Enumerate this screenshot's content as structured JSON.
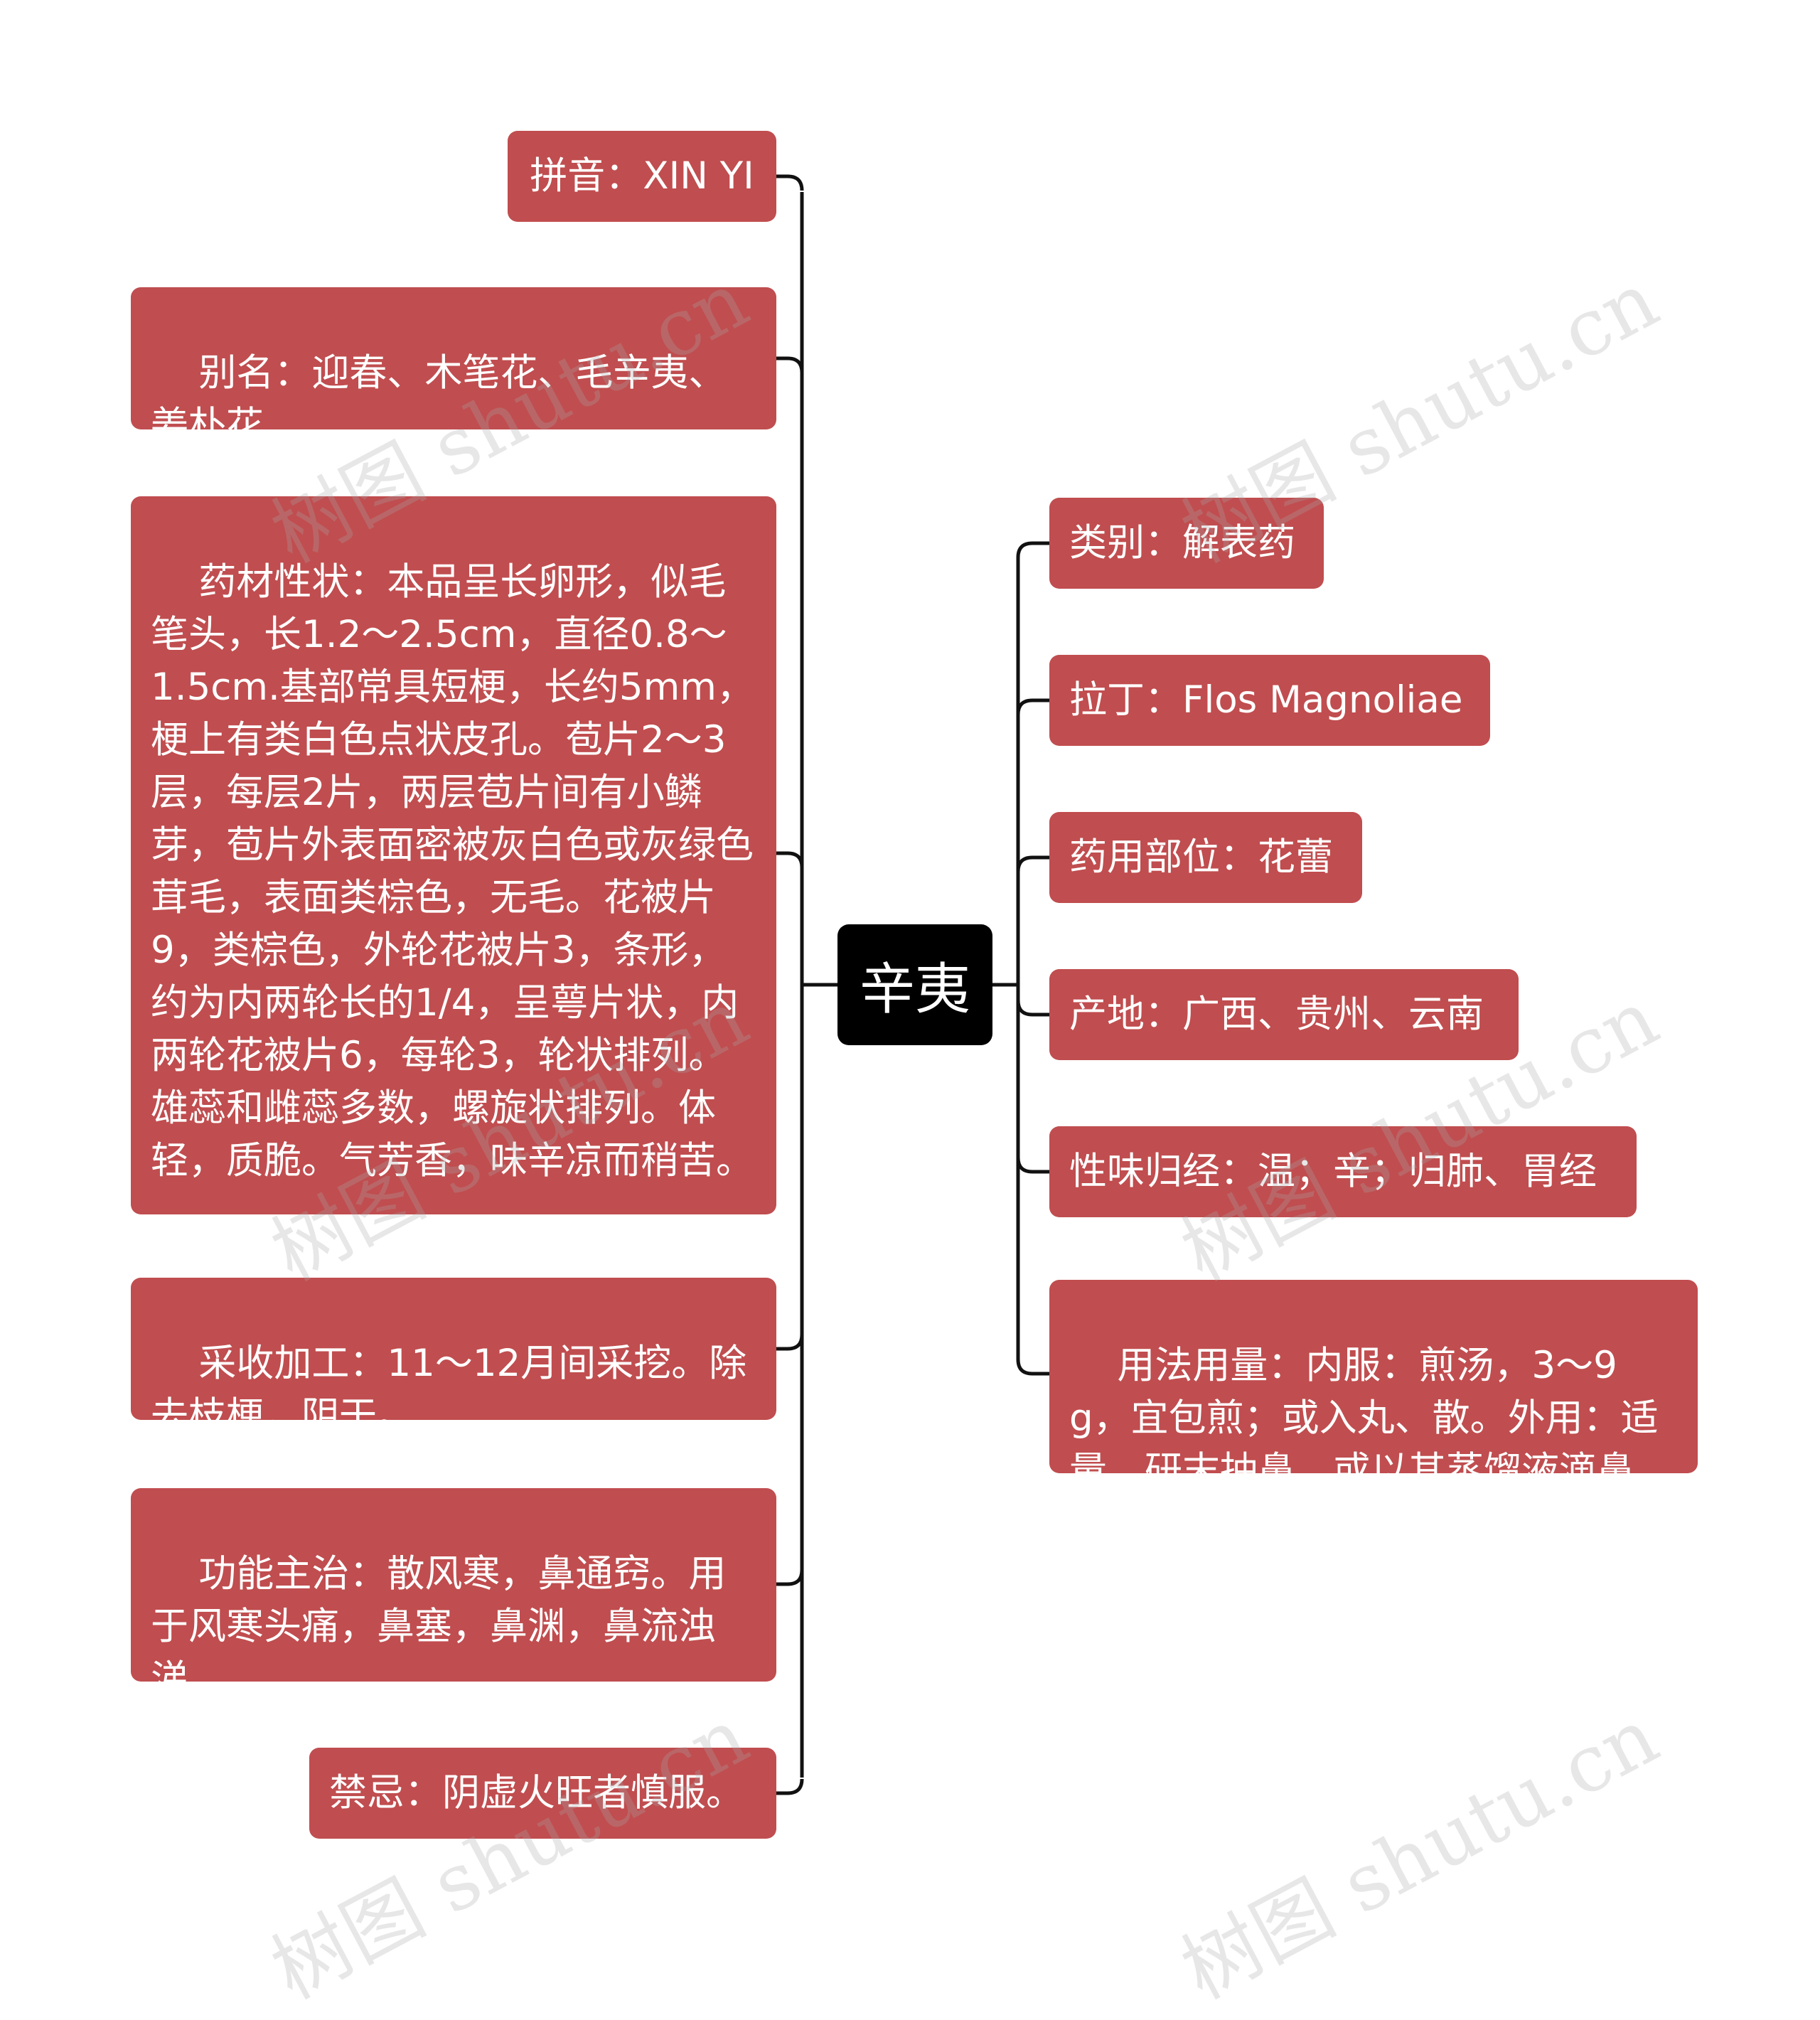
{
  "root": {
    "label": "辛夷"
  },
  "left_nodes": [
    {
      "id": "pinyin",
      "text": "拼音：XIN YI"
    },
    {
      "id": "alias",
      "text": "别名：迎春、木笔花、毛辛夷、姜朴花"
    },
    {
      "id": "description",
      "text": "药材性状：本品呈长卵形，似毛笔头，长1.2～2.5cm，直径0.8～1.5cm.基部常具短梗，长约5mm，梗上有类白色点状皮孔。苞片2～3层，每层2片，两层苞片间有小鳞芽，苞片外表面密被灰白色或灰绿色茸毛，表面类棕色，无毛。花被片9，类棕色，外轮花被片3，条形，约为内两轮长的1/4，呈萼片状，内两轮花被片6，每轮3，轮状排列。雄蕊和雌蕊多数，螺旋状排列。体轻，质脆。气芳香，味辛凉而稍苦。"
    },
    {
      "id": "processing",
      "text": "采收加工：11～12月间采挖。除去枝梗，阴干。"
    },
    {
      "id": "function",
      "text": "功能主治：散风寒，鼻通窍。用于风寒头痛，鼻塞，鼻渊，鼻流浊涕。"
    },
    {
      "id": "taboo",
      "text": "禁忌：阴虚火旺者慎服。"
    }
  ],
  "right_nodes": [
    {
      "id": "category",
      "text": "类别：解表药"
    },
    {
      "id": "latin",
      "text": "拉丁：Flos Magnoliae"
    },
    {
      "id": "part",
      "text": "药用部位：花蕾"
    },
    {
      "id": "origin",
      "text": "产地：广西、贵州、云南"
    },
    {
      "id": "nature",
      "text": "性味归经：温；辛；归肺、胃经"
    },
    {
      "id": "usage",
      "text": "用法用量：内服：煎汤，3～9g，宜包煎；或入丸、散。外用：适量，研末抽鼻，或以其蒸馏液滴鼻。"
    }
  ],
  "watermark": {
    "text": "树图 shutu.cn"
  },
  "colors": {
    "node_bg": "#c04d4f",
    "node_text": "#ffffff",
    "root_bg": "#000000",
    "line": "#111111"
  }
}
